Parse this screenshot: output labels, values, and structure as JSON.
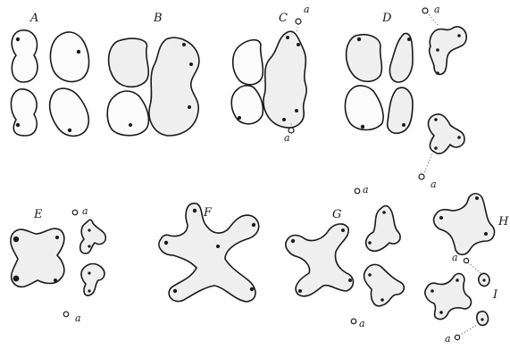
{
  "figure": {
    "stage_labels": [
      "A",
      "B",
      "C",
      "D",
      "E",
      "F",
      "G",
      "H",
      "I"
    ],
    "marker_label": "a"
  }
}
